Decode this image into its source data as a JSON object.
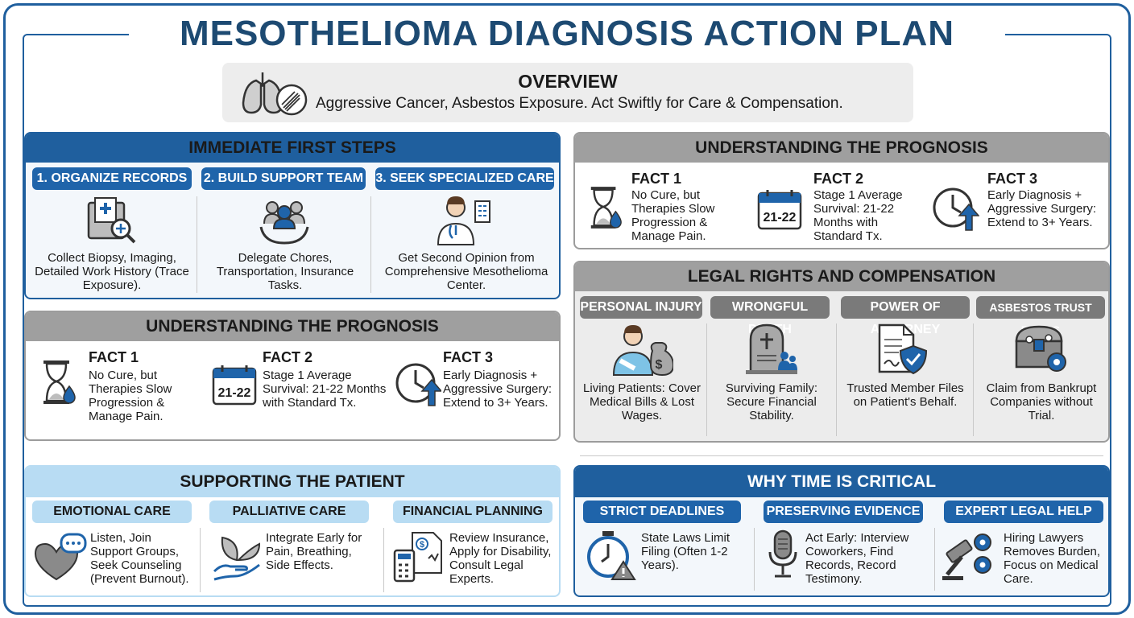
{
  "title": "MESOTHELIOMA DIAGNOSIS ACTION PLAN",
  "overview": {
    "heading": "OVERVIEW",
    "text": "Aggressive Cancer, Asbestos Exposure. Act Swiftly for Care & Compensation.",
    "icon": "lungs-asbestos-icon"
  },
  "immediate_steps": {
    "heading": "IMMEDIATE FIRST STEPS",
    "items": [
      {
        "label": "1. ORGANIZE RECORDS",
        "text": "Collect Biopsy, Imaging, Detailed Work History (Trace Exposure).",
        "icon": "medical-folder-icon"
      },
      {
        "label": "2. BUILD SUPPORT TEAM",
        "text": "Delegate Chores, Transportation, Insurance Tasks.",
        "icon": "support-team-icon"
      },
      {
        "label": "3. SEEK SPECIALIZED CARE",
        "text": "Get Second Opinion from Comprehensive Mesothelioma Center.",
        "icon": "doctor-icon"
      }
    ]
  },
  "prognosis": {
    "heading": "UNDERSTANDING THE PROGNOSIS",
    "calendar_text": "21-22",
    "facts_left": [
      {
        "title": "FACT 1",
        "text": "No Cure, but Therapies Slow Progression & Manage Pain.",
        "icon": "hourglass-icon"
      },
      {
        "title": "FACT 2",
        "text": "Stage 1 Average Survival: 21-22 Months with Standard Tx.",
        "icon": "calendar-icon"
      },
      {
        "title": "FACT 3",
        "text": "Early Diagnosis + Aggressive Surgery: Extend to 3+ Years.",
        "icon": "clock-arrow-icon"
      }
    ],
    "facts_right": [
      {
        "title": "FACT 1",
        "text": "No Cure, but Therapies Slow Progression & Manage Pain."
      },
      {
        "title": "FACT 2",
        "text": "Stage 1 Average Survival: 21-22 Months with Standard Tx."
      },
      {
        "title": "FACT 3",
        "text": "Early Diagnosis + Aggressive Surgery: Extend to 3+ Years."
      }
    ]
  },
  "legal": {
    "heading": "LEGAL RIGHTS AND COMPENSATION",
    "items": [
      {
        "label": "PERSONAL INJURY",
        "text": "Living Patients: Cover Medical Bills & Lost Wages.",
        "icon": "injured-patient-icon"
      },
      {
        "label": "WRONGFUL DEATH",
        "text": "Surviving Family: Secure Financial Stability.",
        "icon": "gravestone-family-icon"
      },
      {
        "label": "POWER OF ATTORNEY",
        "text": "Trusted Member Files on Patient's Behalf.",
        "icon": "document-shield-icon"
      },
      {
        "label": "ASBESTOS TRUST FUNDS",
        "text": "Claim from Bankrupt Companies without Trial.",
        "icon": "treasure-chest-icon"
      }
    ]
  },
  "support": {
    "heading": "SUPPORTING THE PATIENT",
    "items": [
      {
        "label": "EMOTIONAL CARE",
        "text": "Listen, Join Support Groups, Seek Counseling (Prevent Burnout).",
        "icon": "heart-chat-icon"
      },
      {
        "label": "PALLIATIVE CARE",
        "text": "Integrate Early for Pain, Breathing, Side Effects.",
        "icon": "hand-leaf-icon"
      },
      {
        "label": "FINANCIAL PLANNING",
        "text": "Review Insurance, Apply for Disability, Consult Legal Experts.",
        "icon": "calculator-document-icon"
      }
    ]
  },
  "time": {
    "heading": "WHY TIME IS CRITICAL",
    "items": [
      {
        "label": "STRICT DEADLINES",
        "text": "State Laws Limit Filing (Often 1-2 Years).",
        "icon": "stopwatch-warning-icon"
      },
      {
        "label": "PRESERVING EVIDENCE",
        "text": "Act Early: Interview Coworkers, Find Records, Record Testimony.",
        "icon": "microphone-icon"
      },
      {
        "label": "EXPERT LEGAL HELP",
        "text": "Hiring Lawyers Removes Burden, Focus on Medical Care.",
        "icon": "gavel-gears-icon"
      }
    ]
  },
  "colors": {
    "primary_blue": "#1f5f9e",
    "light_blue": "#b8dcf3",
    "grey": "#9f9f9f",
    "title_navy": "#1d4a72"
  }
}
